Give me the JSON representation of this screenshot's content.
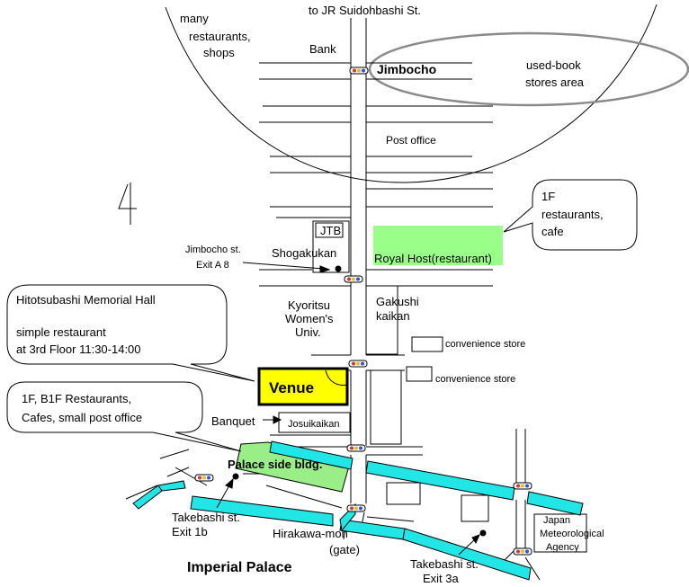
{
  "header": {
    "to_station": "to JR Suidohbashi St."
  },
  "areas": {
    "many": "many",
    "restaurants": "restaurants,",
    "shops": "shops",
    "bank": "Bank",
    "jimbocho": "Jimbocho",
    "used_book_1": "used-book",
    "used_book_2": "stores area",
    "post_office": "Post office",
    "jtb": "JTB",
    "shogakukan": "Shogakukan",
    "royal_host": "Royal Host(restaurant)",
    "kyoritsu_1": "Kyoritsu",
    "kyoritsu_2": "Women's",
    "kyoritsu_3": "Univ.",
    "gakushi_1": "Gakushi",
    "gakushi_2": "kaikan",
    "convenience_1": "convenience store",
    "convenience_2": "convenience store",
    "venue": "Venue",
    "banquet": "Banquet",
    "josuikaikan": "Josuikaikan",
    "palace_side": "Palace side bldg.",
    "imperial_palace": "Imperial Palace",
    "hirakawa_1": "Hirakawa-mon",
    "hirakawa_2": "(gate)",
    "japan_met_1": "Japan",
    "japan_met_2": "Meteorological",
    "japan_met_3": "Agency"
  },
  "exits": {
    "jimbocho_1": "Jimbocho st.",
    "jimbocho_2": "Exit A 8",
    "takebashi_1b_1": "Takebashi st.",
    "takebashi_1b_2": "Exit 1b",
    "takebashi_3a_1": "Takebashi st.",
    "takebashi_3a_2": "Exit 3a"
  },
  "callouts": {
    "royal_1": "1F",
    "royal_2": "restaurants,",
    "royal_3": "cafe",
    "hitotsubashi_1": "Hitotsubashi Memorial Hall",
    "hitotsubashi_2": "simple restaurant",
    "hitotsubashi_3": "at 3rd Floor 11:30-14:00",
    "palace_1": "1F, B1F  Restaurants,",
    "palace_2": "Cafes, small post office"
  },
  "colors": {
    "royal_host_fill": "#99ff88",
    "palace_fill": "#99ee88",
    "venue_fill": "#ffff00",
    "moat": "#22e5e5",
    "ellipse": "#8a8a8a"
  },
  "icons": {
    "traffic_light": "traffic-light-icon",
    "station": "station-exit-icon"
  }
}
